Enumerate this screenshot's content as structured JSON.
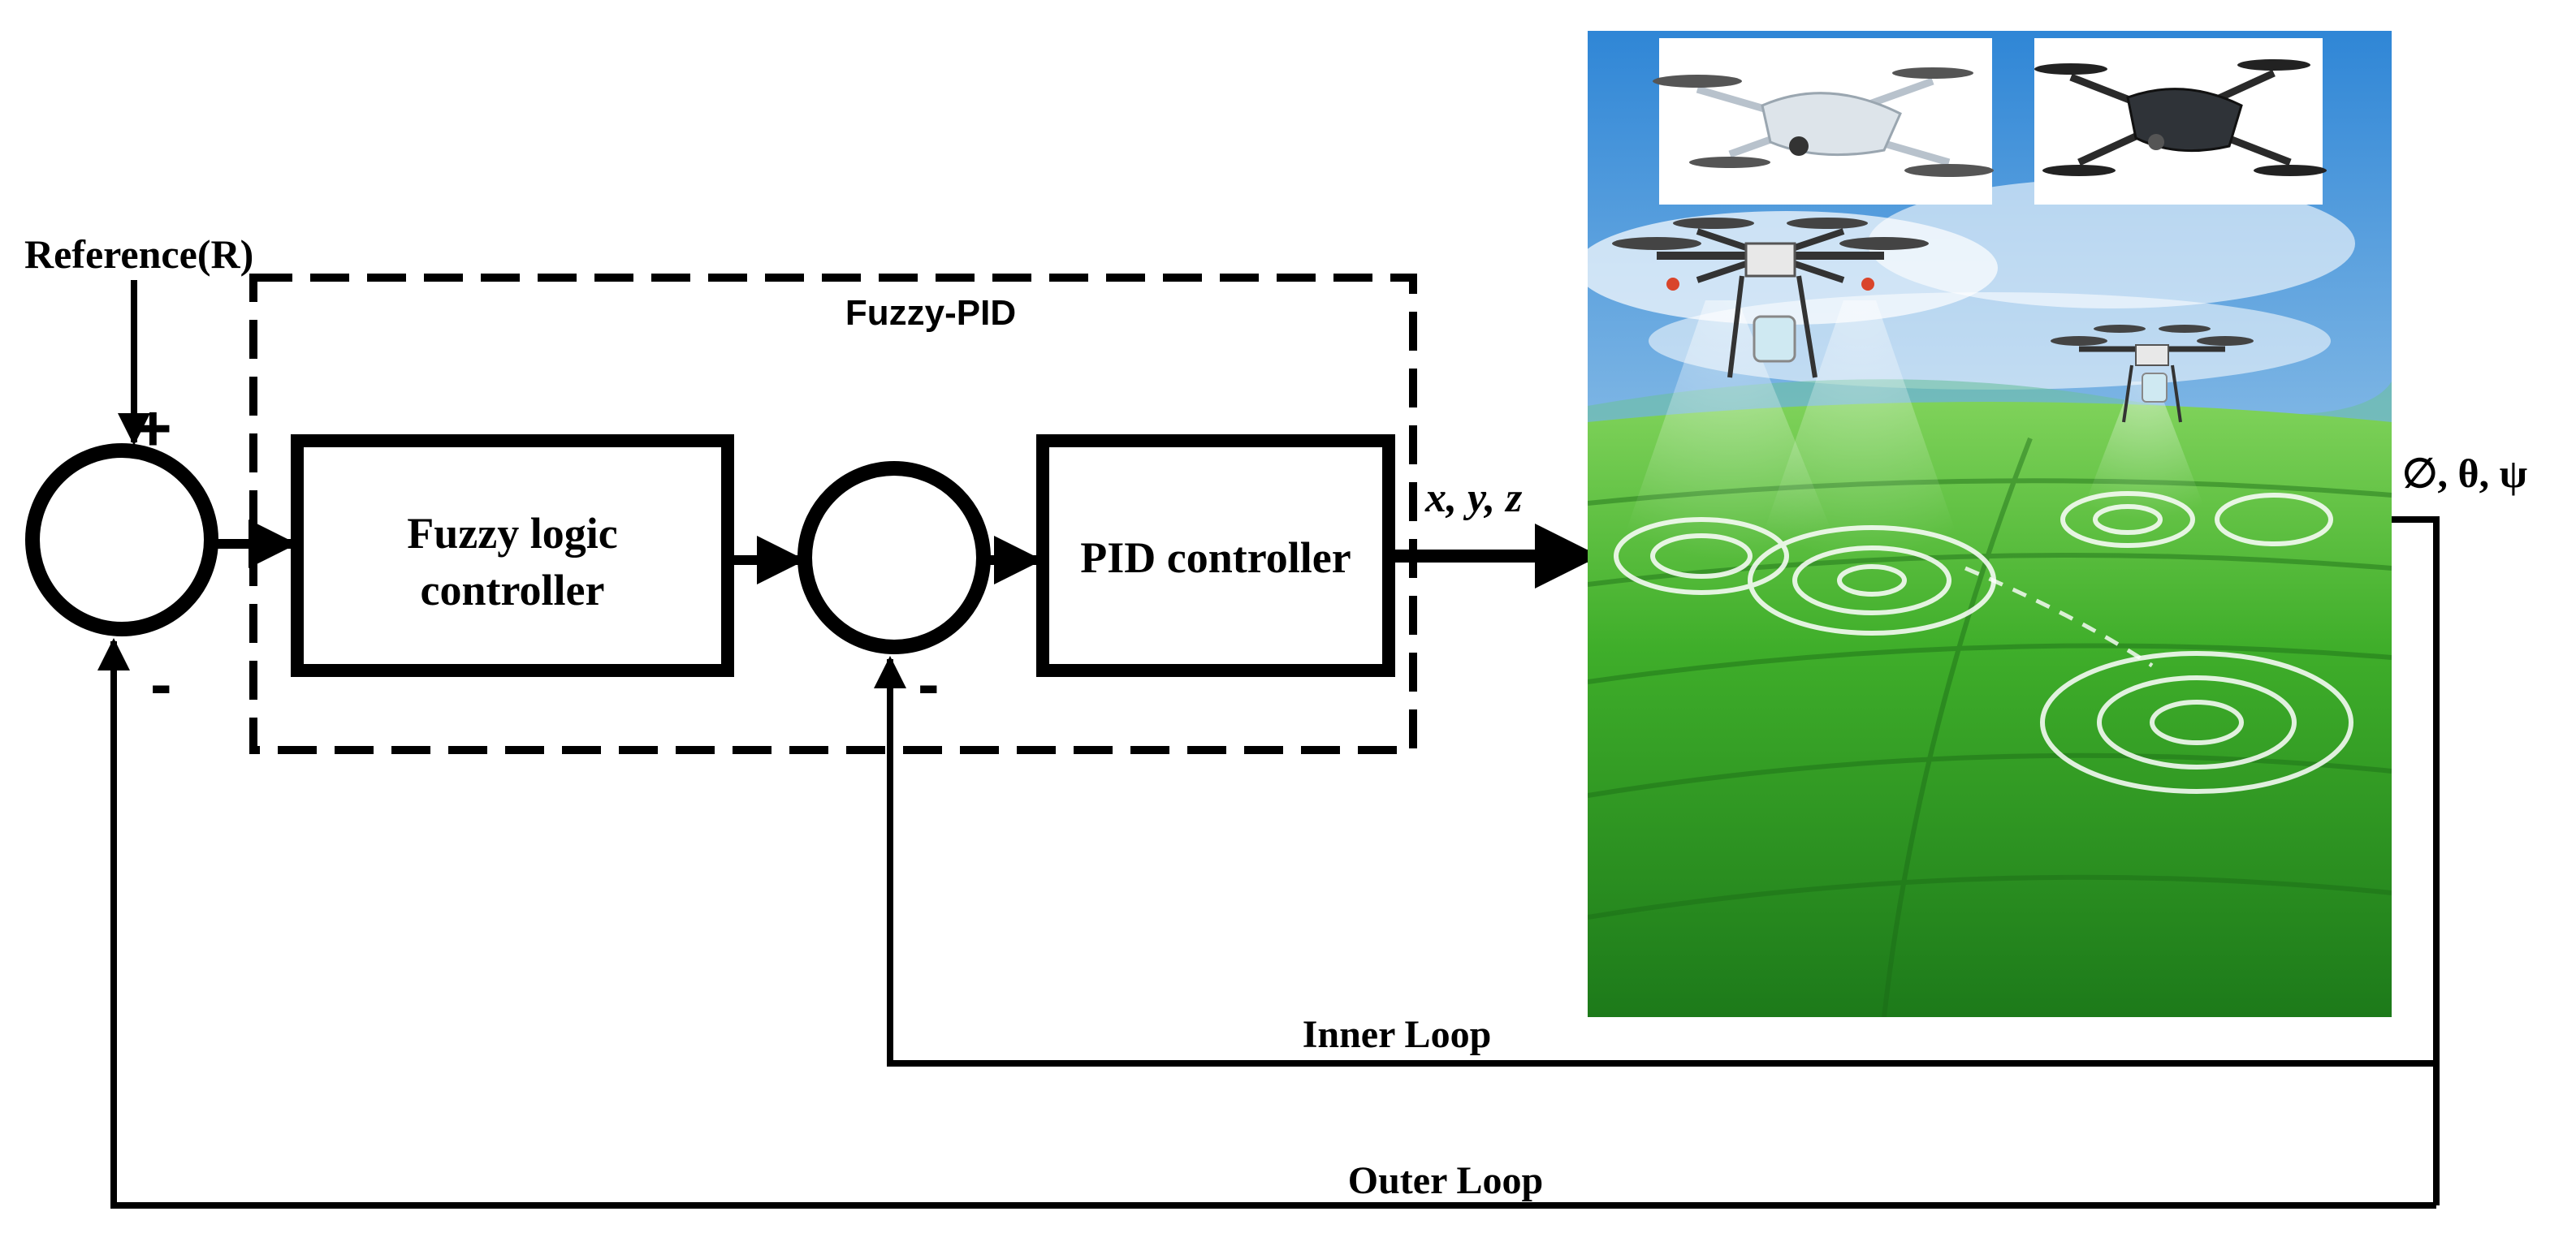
{
  "inputs": {
    "reference": "Reference(R)",
    "plus_sign": "+",
    "minus_outer": "-",
    "minus_inner": "-"
  },
  "fuzzy_pid": {
    "title": "Fuzzy-PID",
    "fuzzy_logic_line1": "Fuzzy logic",
    "fuzzy_logic_line2": "controller",
    "pid_label": "PID controller"
  },
  "signals": {
    "xyz": "x, y, z",
    "angles": "∅, θ, ψ"
  },
  "loops": {
    "inner": "Inner Loop",
    "outer": "Outer Loop"
  },
  "colors": {
    "line": "#000000",
    "sky_top": "#3d8fd8",
    "sky_bottom": "#d8eaf6",
    "field_light": "#57c43a",
    "field_dark": "#1f7d1c"
  },
  "icons": {
    "plant_image": "agricultural-drones-field-image",
    "drone_product_light": "white-drone-icon",
    "drone_product_dark": "black-drone-icon",
    "drone_sprayer": "spray-drone-icon"
  }
}
